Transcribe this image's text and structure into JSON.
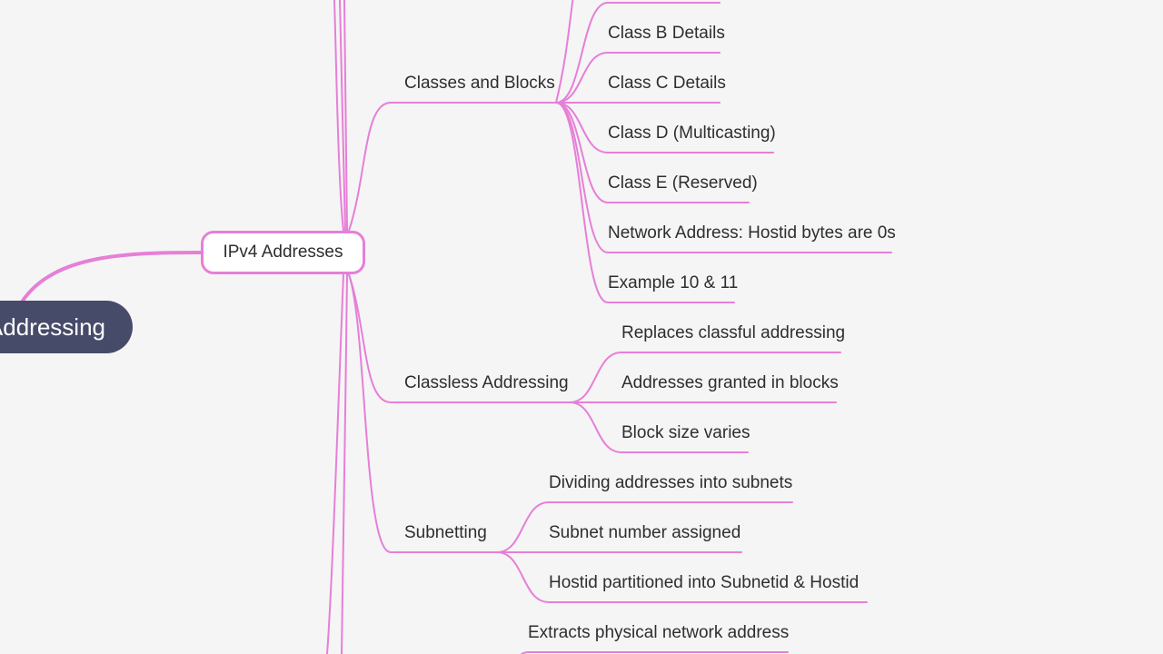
{
  "mindmap": {
    "root": {
      "label": "Addressing"
    },
    "hub": {
      "label": "IPv4 Addresses"
    },
    "branches": [
      {
        "label": "Classes and Blocks",
        "children": [
          "",
          "Class B Details",
          "Class C Details",
          "Class D (Multicasting)",
          "Class E (Reserved)",
          "Network Address: Hostid bytes are 0s",
          "Example 10 & 11"
        ]
      },
      {
        "label": "Classless Addressing",
        "children": [
          "Replaces classful addressing",
          "Addresses granted in blocks",
          "Block size varies"
        ]
      },
      {
        "label": "Subnetting",
        "children": [
          "Dividing addresses into subnets",
          "Subnet number assigned",
          "Hostid partitioned into Subnetid & Hostid"
        ]
      },
      {
        "label": "",
        "children": [
          "Extracts physical network address"
        ]
      }
    ],
    "colors": {
      "line": "#e67fd7",
      "root_bg": "#474b6a",
      "background": "#f5f5f5"
    }
  }
}
